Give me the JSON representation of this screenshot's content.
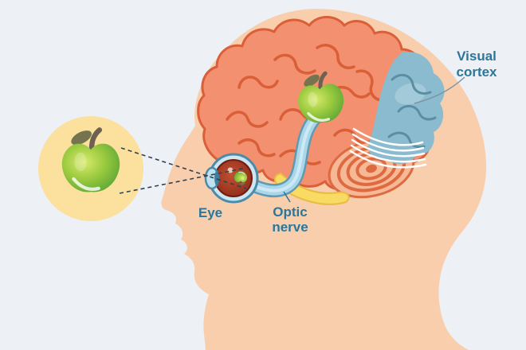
{
  "labels": {
    "eye": "Eye",
    "optic_nerve_line1": "Optic",
    "optic_nerve_line2": "nerve",
    "visual_cortex_line1": "Visual",
    "visual_cortex_line2": "cortex"
  },
  "icons": {
    "apple_real": "apple-icon",
    "apple_perceived": "apple-icon",
    "apple_retinal_inverted": "apple-icon"
  },
  "colors": {
    "background": "#edf0f5",
    "skin": "#f8cead",
    "brain_fill": "#f2906f",
    "brain_outline": "#da5f38",
    "visual_cortex_fill": "#8abbce",
    "visual_cortex_lines": "#5b8da3",
    "cerebellum_fill": "#f7b896",
    "brainstem_yellow": "#f9da63",
    "optic_nerve_light": "#a9d7e9",
    "optic_nerve_dark": "#5f9ab5",
    "eye_outer": "#cde7f2",
    "eye_inner": "#9c3322",
    "apple_green_light": "#d9ea6f",
    "apple_green_dark": "#4f9e33",
    "halo_yellow": "#fbe09e",
    "label_teal": "#2b7699",
    "ray_line": "#33424f"
  }
}
